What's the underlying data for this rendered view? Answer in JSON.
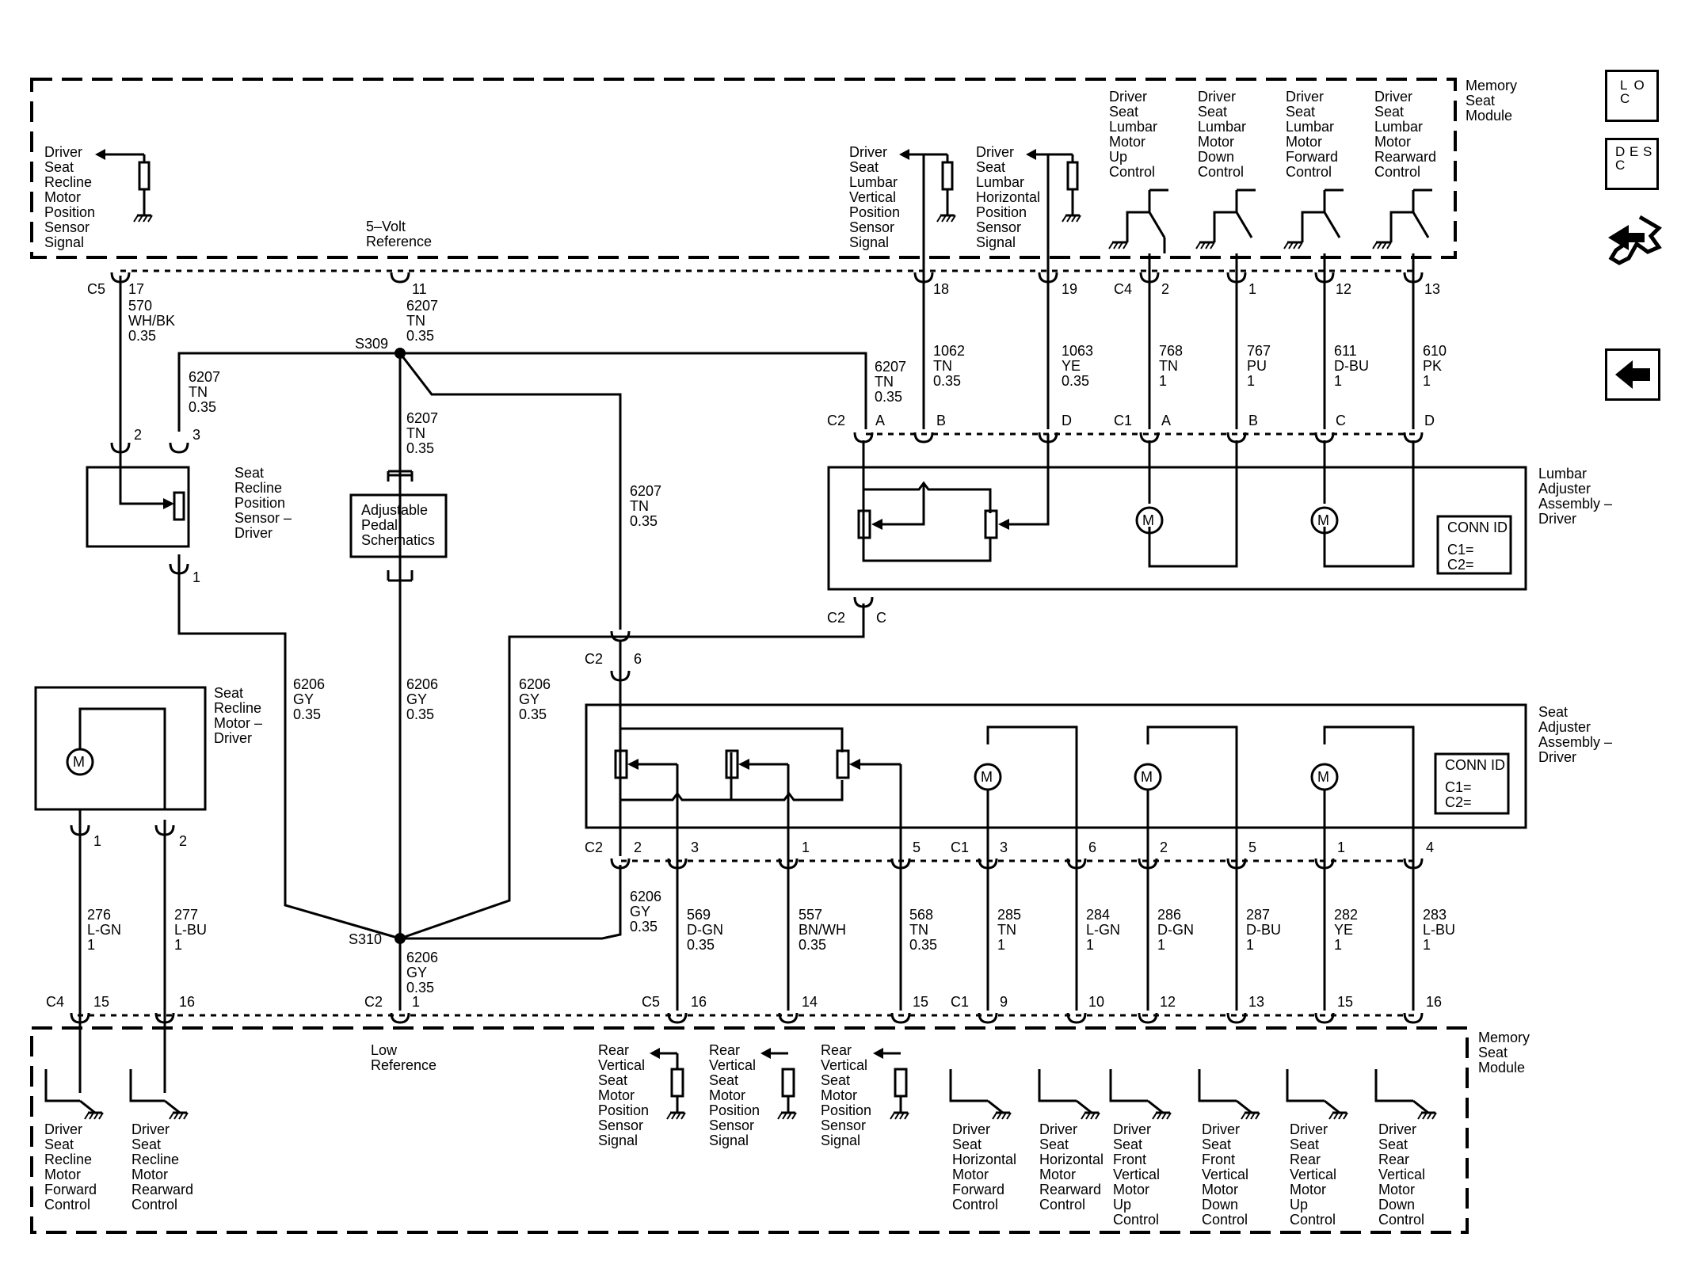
{
  "title": "Memory Seat Module",
  "icons": {
    "loc": "L O C",
    "desc": "D E S C",
    "nav": "service-tool-icon",
    "back": "back-arrow-icon"
  },
  "modules": {
    "top": "Memory Seat Module",
    "bottom": "Memory Seat Module",
    "lumbar": "Lumbar Adjuster Assembly - Driver",
    "seat_adj": "Seat Adjuster Assembly - Driver",
    "recline_sensor": "Seat Recline Position Sensor - Driver",
    "recline_motor": "Seat Recline Motor - Driver",
    "pedal": "Adjustable Pedal Schematics"
  },
  "conn_id": {
    "title": "CONN ID",
    "c1": "C1=",
    "c2": "C2="
  },
  "splices": {
    "s309": "S309",
    "s310": "S310"
  },
  "signals_top": [
    "Driver Seat Recline Motor Position Sensor Signal",
    "5-Volt Reference",
    "Driver Seat Lumbar Vertical Position Sensor Signal",
    "Driver Seat Lumbar Horizontal Position Sensor Signal",
    "Driver Seat Lumbar Motor Up Control",
    "Driver Seat Lumbar Motor Down Control",
    "Driver Seat Lumbar Motor Forward Control",
    "Driver Seat Lumbar Motor Rearward Control"
  ],
  "signals_bottom": [
    "Driver Seat Recline Motor Forward Control",
    "Driver Seat Recline Motor Rearward Control",
    "Low Reference",
    "Rear Vertical Seat Motor Position Sensor Signal",
    "Rear Vertical Seat Motor Position Sensor Signal",
    "Rear Vertical Seat Motor Position Sensor Signal",
    "Driver Seat Horizontal Motor Forward Control",
    "Driver Seat Horizontal Motor Rearward Control",
    "Driver Seat Front Vertical Motor Up Control",
    "Driver Seat Front Vertical Motor Down Control",
    "Driver Seat Rear Vertical Motor Up Control",
    "Driver Seat Rear Vertical Motor Down Control"
  ],
  "connectors": {
    "top": [
      "C5",
      "17",
      "11",
      "18",
      "19",
      "C4",
      "2",
      "1",
      "12",
      "13"
    ],
    "lumbar_c1": [
      "C1",
      "A",
      "B",
      "C",
      "D"
    ],
    "lumbar_c2": [
      "C2",
      "A",
      "B",
      "D",
      "C"
    ],
    "sensor": [
      "2",
      "3",
      "1"
    ],
    "c2_6": [
      "C2",
      "6"
    ],
    "seat_c2": [
      "C2",
      "2",
      "3",
      "1",
      "5"
    ],
    "seat_c1": [
      "C1",
      "3",
      "6",
      "2",
      "5",
      "1",
      "4"
    ],
    "recline_motor": [
      "1",
      "2"
    ],
    "bottom": [
      "C4",
      "15",
      "16",
      "C2",
      "1",
      "C5",
      "16",
      "14",
      "15",
      "C1",
      "9",
      "10",
      "12",
      "13",
      "15",
      "16"
    ]
  },
  "wires": [
    {
      "circuit": "570",
      "color": "WH/BK",
      "gauge": "0.35"
    },
    {
      "circuit": "6207",
      "color": "TN",
      "gauge": "0.35"
    },
    {
      "circuit": "1062",
      "color": "TN",
      "gauge": "0.35"
    },
    {
      "circuit": "1063",
      "color": "YE",
      "gauge": "0.35"
    },
    {
      "circuit": "768",
      "color": "TN",
      "gauge": "1"
    },
    {
      "circuit": "767",
      "color": "PU",
      "gauge": "1"
    },
    {
      "circuit": "611",
      "color": "D-BU",
      "gauge": "1"
    },
    {
      "circuit": "610",
      "color": "PK",
      "gauge": "1"
    },
    {
      "circuit": "6206",
      "color": "GY",
      "gauge": "0.35"
    },
    {
      "circuit": "276",
      "color": "L-GN",
      "gauge": "1"
    },
    {
      "circuit": "277",
      "color": "L-BU",
      "gauge": "1"
    },
    {
      "circuit": "569",
      "color": "D-GN",
      "gauge": "0.35"
    },
    {
      "circuit": "557",
      "color": "BN/WH",
      "gauge": "0.35"
    },
    {
      "circuit": "568",
      "color": "TN",
      "gauge": "0.35"
    },
    {
      "circuit": "285",
      "color": "TN",
      "gauge": "1"
    },
    {
      "circuit": "284",
      "color": "L-GN",
      "gauge": "1"
    },
    {
      "circuit": "286",
      "color": "D-GN",
      "gauge": "1"
    },
    {
      "circuit": "287",
      "color": "D-BU",
      "gauge": "1"
    },
    {
      "circuit": "282",
      "color": "YE",
      "gauge": "1"
    },
    {
      "circuit": "283",
      "color": "L-BU",
      "gauge": "1"
    }
  ]
}
